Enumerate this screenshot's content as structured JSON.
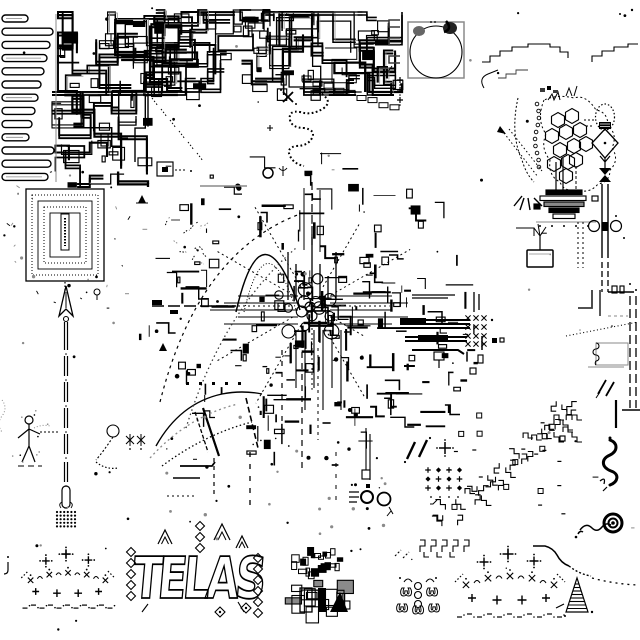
{
  "artwork": {
    "logo_text": "TELAS",
    "owl_curl_glyph": "ω",
    "palette": {
      "paper": "#ffffff",
      "ink": "#000000",
      "dark_grey": "#3a3a3a",
      "grey": "#8a8a8a",
      "light_grey": "#c0c0c0"
    },
    "motif_names": [
      "maze-circuit-pattern",
      "comb-teeth-border",
      "circle-in-square",
      "stepped-contour-lines",
      "honeycomb-creature",
      "vase-totem",
      "nested-frame",
      "spear",
      "human-figure-sketch",
      "central-glitch-mandala",
      "striped-bars",
      "meander-band",
      "crown-ornament",
      "telas-logo",
      "glitch-block",
      "owl-ornament",
      "striped-pyramid",
      "snake-squiggle",
      "target-rings"
    ]
  }
}
